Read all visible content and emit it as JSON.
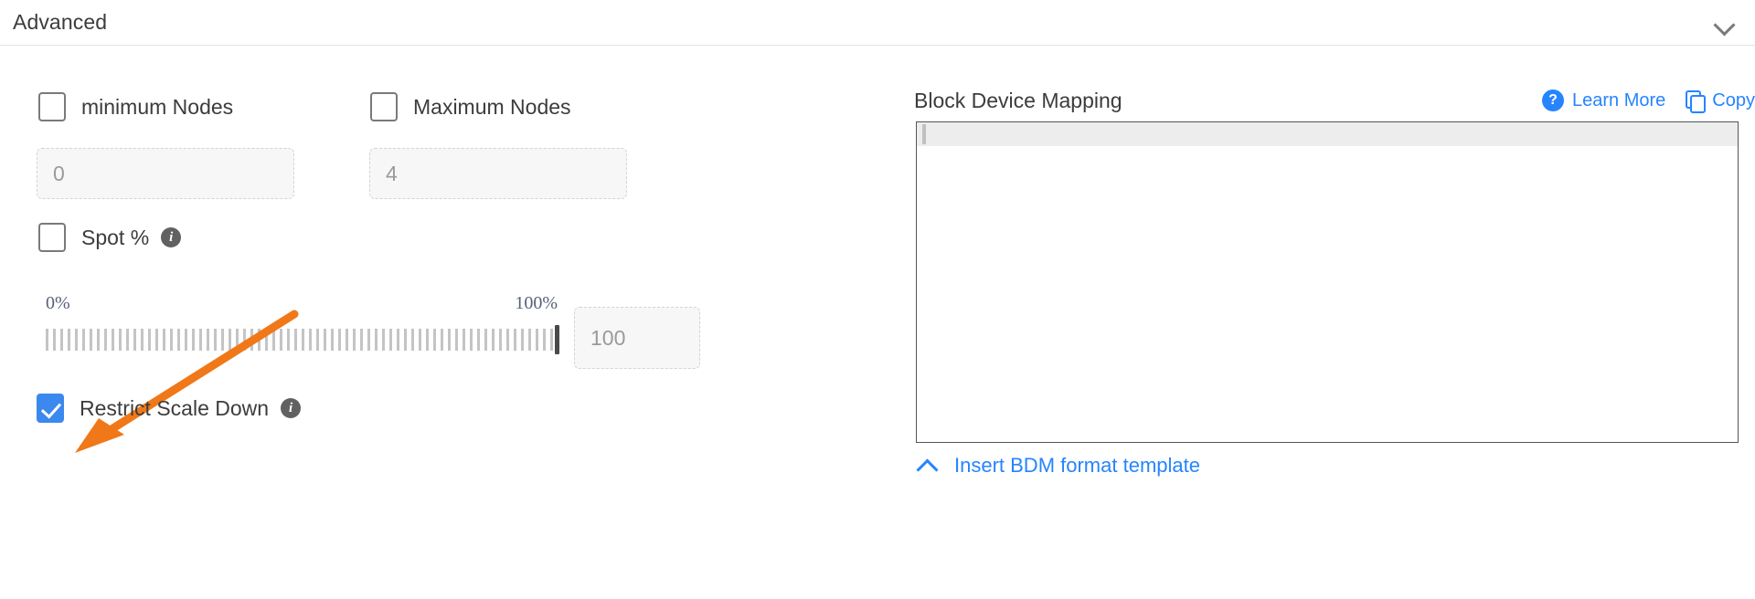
{
  "section": {
    "title": "Advanced",
    "collapse_icon": "chevron-down-icon"
  },
  "left": {
    "min_nodes": {
      "label": "minimum Nodes",
      "checked": false,
      "value": "",
      "placeholder": "0"
    },
    "max_nodes": {
      "label": "Maximum Nodes",
      "checked": false,
      "value": "",
      "placeholder": "4"
    },
    "spot": {
      "label": "Spot %",
      "checked": false,
      "info_icon": "info-icon"
    },
    "slider": {
      "min_label": "0%",
      "max_label": "100%",
      "value": "100",
      "value_placeholder": "100",
      "percent": 100
    },
    "restrict_scale_down": {
      "label": "Restrict Scale Down",
      "checked": true,
      "info_icon": "info-icon"
    }
  },
  "right": {
    "title": "Block Device Mapping",
    "learn_more": "Learn More",
    "learn_more_icon": "question-mark-icon",
    "copy": "Copy",
    "copy_icon": "copy-icon",
    "textarea_value": "",
    "footer_link": "Insert BDM format template",
    "footer_icon": "chevron-up-icon"
  },
  "annotation": {
    "type": "arrow",
    "color": "#f07818",
    "points_at": "restrict-scale-down-checkbox"
  },
  "colors": {
    "accent_blue": "#2684ff",
    "checkbox_blue": "#3b88ee",
    "arrow_orange": "#f07818",
    "text_dark": "#3c3c3c",
    "muted": "#9a9a9a",
    "slider_label": "#55617a"
  }
}
